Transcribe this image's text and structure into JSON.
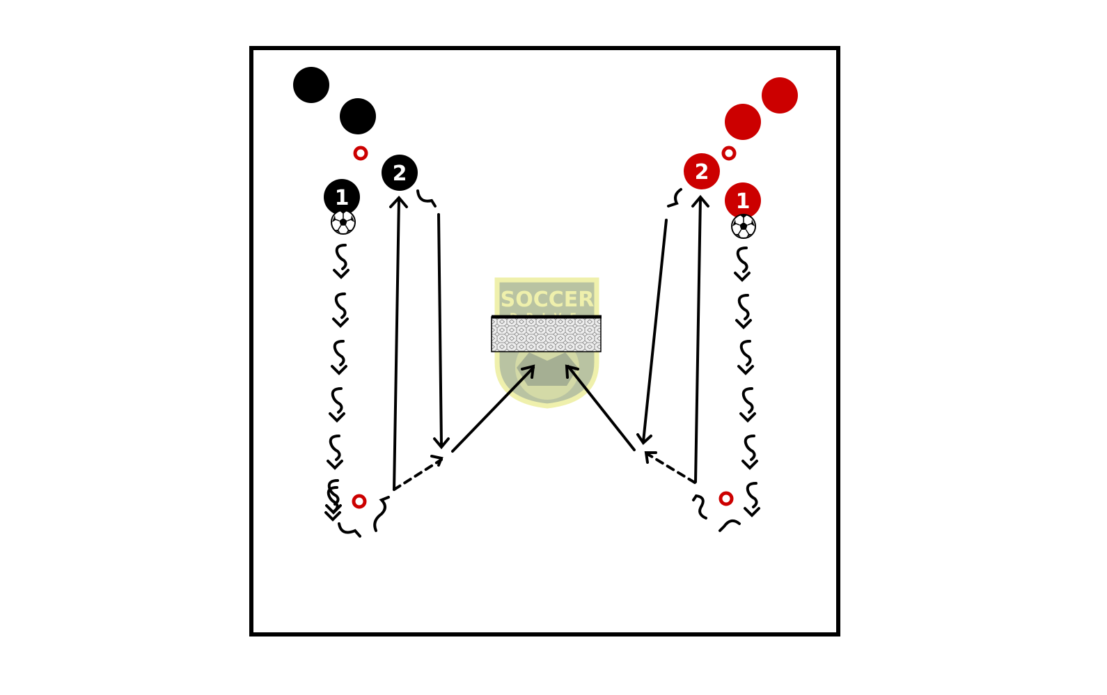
{
  "colors": {
    "team_black": "#000000",
    "team_red": "#cc0000",
    "cone": "#cc0000",
    "logo_fill": "#8fa06a",
    "logo_border": "#e6e87a",
    "logo_text": "#e6e87a",
    "net": "#eeeeee",
    "background": "#ffffff"
  },
  "logo": {
    "line1": "SOCCER",
    "line2": "DRIVE"
  },
  "players": {
    "black_1_label": "1",
    "black_2_label": "2",
    "red_1_label": "1",
    "red_2_label": "2"
  },
  "icons": {
    "ball": "soccer-ball-icon",
    "cone": "cone-icon",
    "goal": "goal-net-icon"
  }
}
